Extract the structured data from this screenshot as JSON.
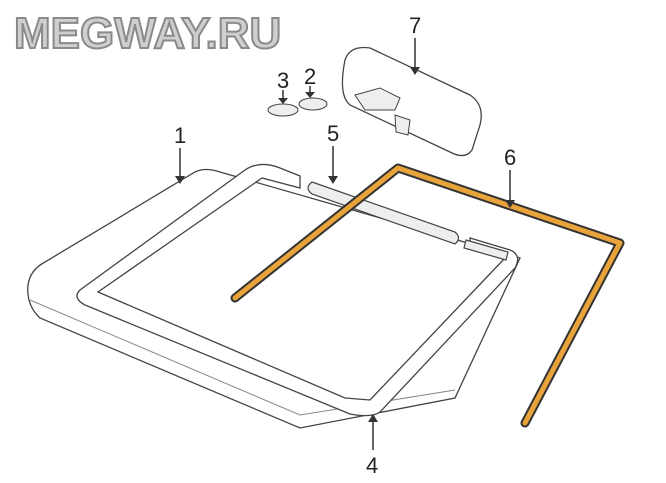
{
  "watermark": "MEGWAY.RU",
  "callouts": [
    {
      "id": "1",
      "label": "1"
    },
    {
      "id": "2",
      "label": "2"
    },
    {
      "id": "3",
      "label": "3"
    },
    {
      "id": "4",
      "label": "4"
    },
    {
      "id": "5",
      "label": "5"
    },
    {
      "id": "6",
      "label": "6"
    },
    {
      "id": "7",
      "label": "7"
    }
  ],
  "colors": {
    "highlight": "#e8a33a",
    "outline": "#333333",
    "watermark": "#cfcfcf"
  }
}
